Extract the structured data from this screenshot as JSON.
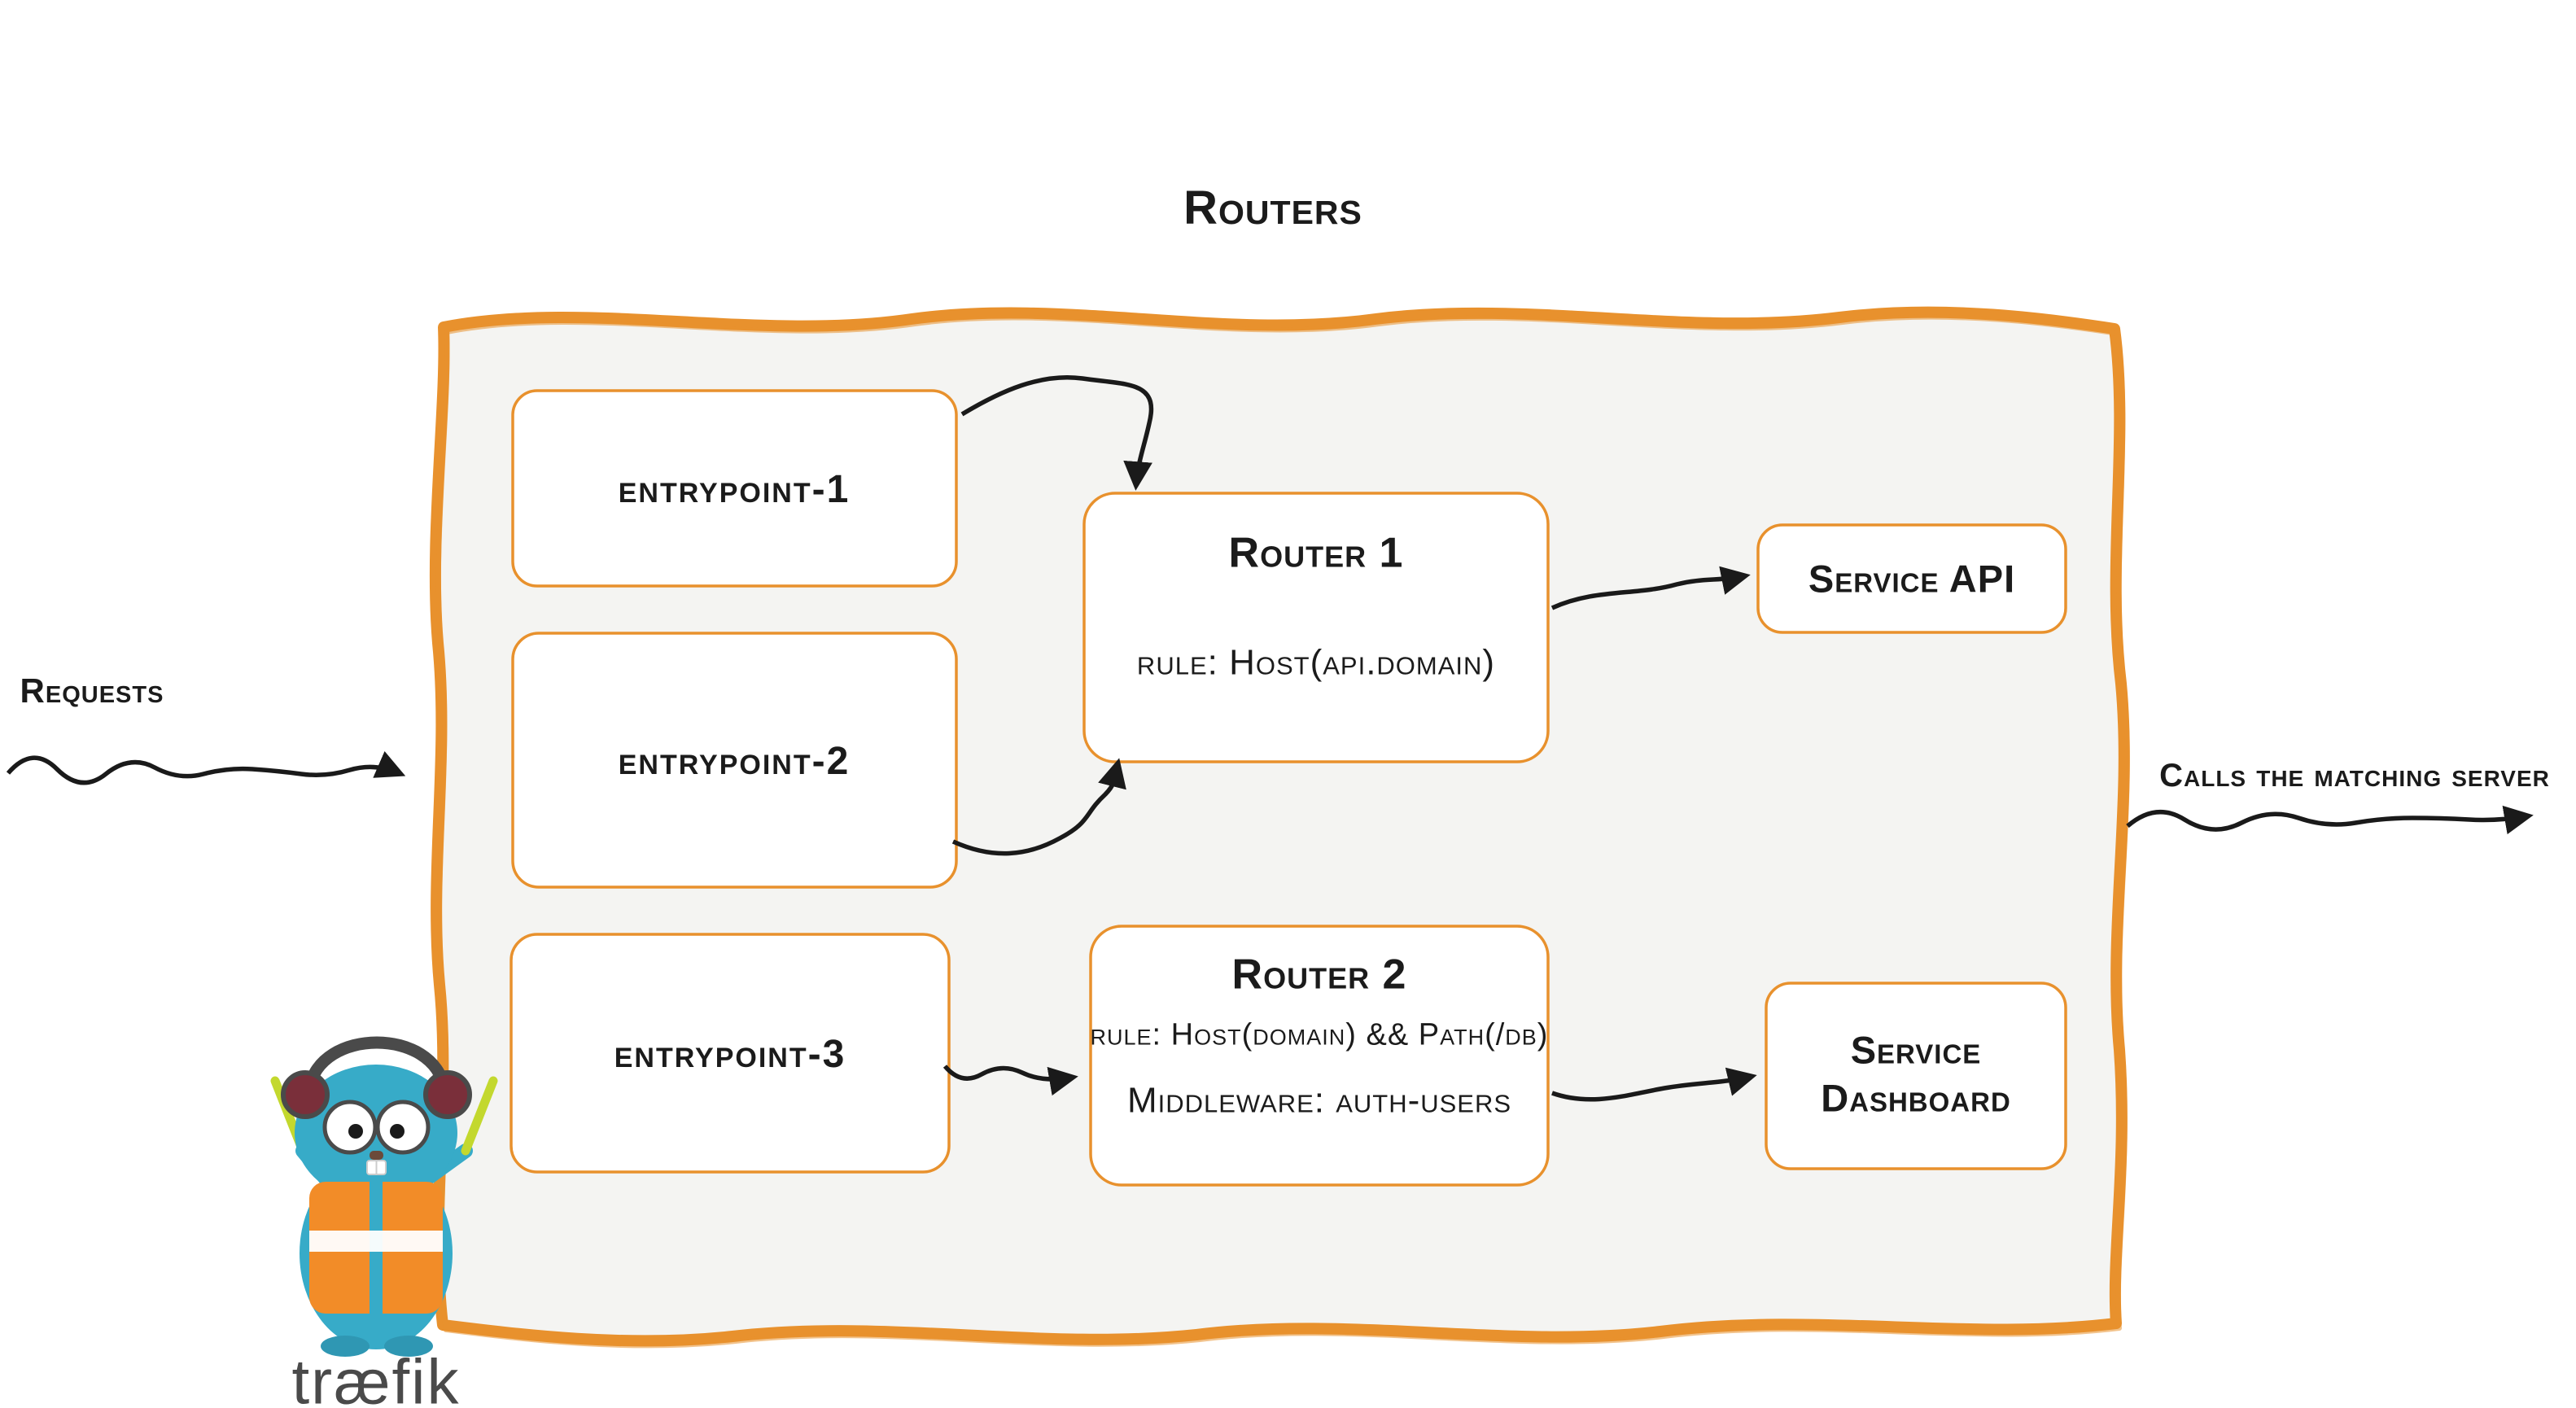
{
  "title": "Routers",
  "outside": {
    "requests_label": "Requests",
    "calls_label": "Calls the matching server"
  },
  "entrypoints": [
    {
      "label": "entrypoint-1"
    },
    {
      "label": "entrypoint-2"
    },
    {
      "label": "entrypoint-3"
    }
  ],
  "routers": [
    {
      "name": "Router 1",
      "rule": "rule: Host(api.domain)"
    },
    {
      "name": "Router 2",
      "rule": "rule: Host(domain) && Path(/db)",
      "middleware": "Middleware: auth-users"
    }
  ],
  "services": [
    {
      "label": "Service API"
    },
    {
      "label": "Service Dashboard"
    }
  ],
  "logo": {
    "wordmark": "træfik"
  },
  "icons": {
    "arrows": [
      "requests-arrow",
      "entrypoint1-to-router1-arrow",
      "entrypoint2-to-router1-arrow",
      "entrypoint3-to-router2-arrow",
      "router1-to-service-api-arrow",
      "router2-to-service-dashboard-arrow",
      "calls-arrow"
    ]
  },
  "colors": {
    "accent_orange": "#E8912D",
    "panel_fill": "#F4F4F2",
    "box_fill": "#FFFFFF",
    "arrow_black": "#1A1A1A",
    "logo_teal": "#37ABC8",
    "logo_vest_orange": "#F28C28",
    "wordmark_gray": "#4A4A4A"
  }
}
